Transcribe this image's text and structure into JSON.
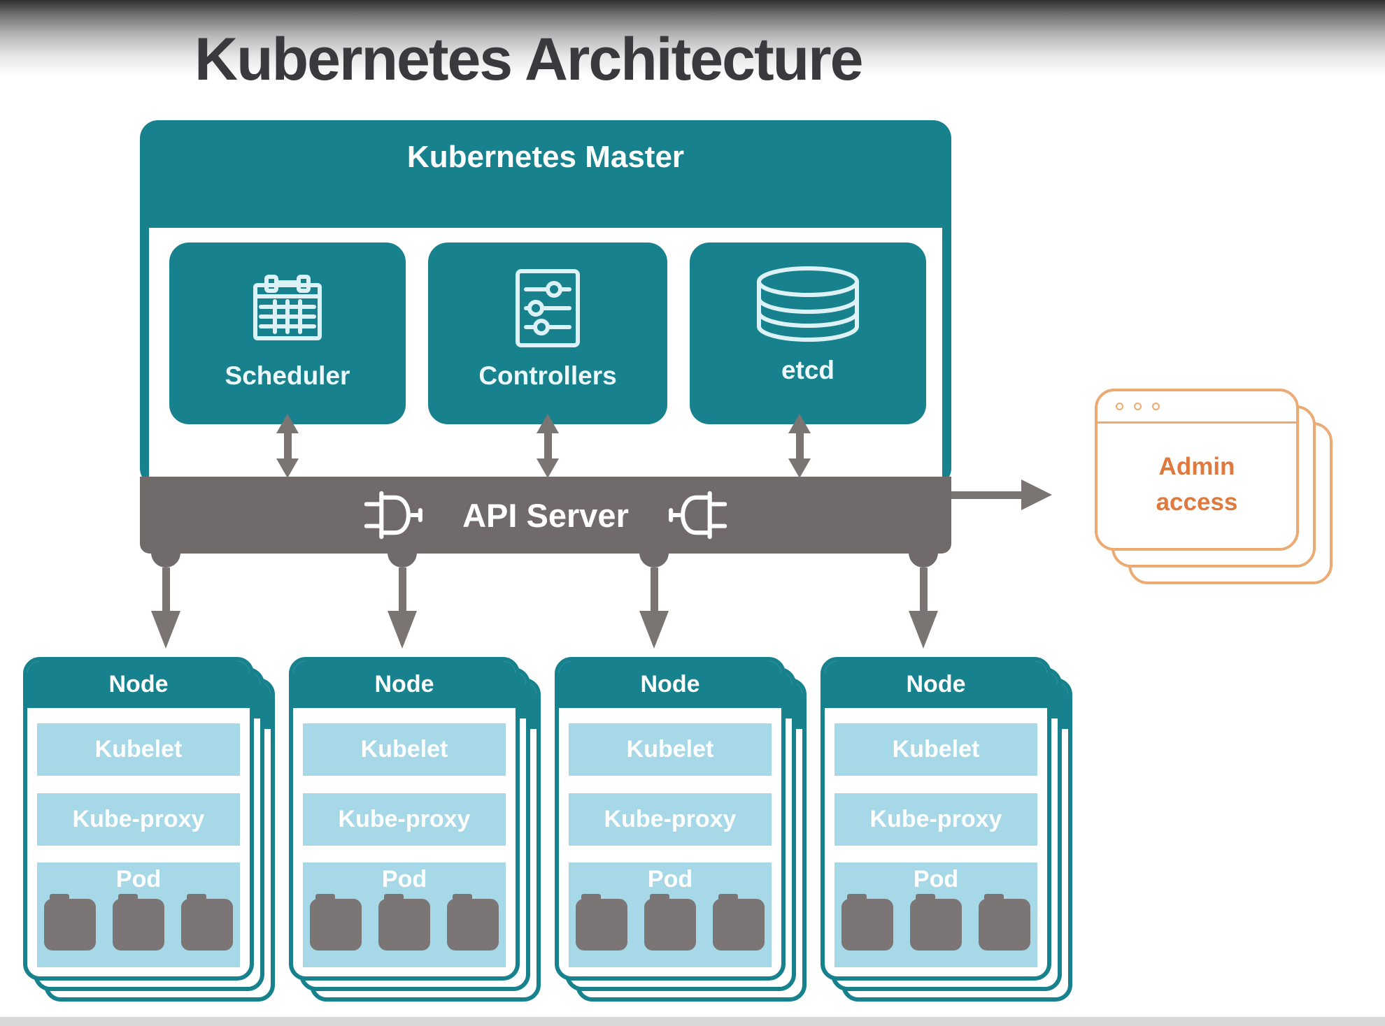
{
  "title": "Kubernetes Architecture",
  "colors": {
    "teal": "#17828e",
    "light_blue": "#a6d8e8",
    "api_bar_gray": "#706b6a",
    "arrow_gray": "#7a7573",
    "container_gray": "#7b7675",
    "admin_border_orange": "#ecaa72",
    "admin_text_orange": "#df793e",
    "title_color": "#3a3a3e"
  },
  "master": {
    "title": "Kubernetes Master",
    "components": [
      {
        "label": "Scheduler",
        "icon": "calendar-icon"
      },
      {
        "label": "Controllers",
        "icon": "sliders-icon"
      },
      {
        "label": "etcd",
        "icon": "database-icon"
      }
    ]
  },
  "api_server": {
    "label": "API Server",
    "left_icon": "plug-right-icon",
    "right_icon": "plug-left-icon"
  },
  "admin_access": {
    "line1": "Admin",
    "line2": "access",
    "icon": "stacked-browser-windows-icon"
  },
  "nodes": [
    {
      "title": "Node",
      "kubelet": "Kubelet",
      "kube_proxy": "Kube-proxy",
      "pod": "Pod",
      "container_count": 3
    },
    {
      "title": "Node",
      "kubelet": "Kubelet",
      "kube_proxy": "Kube-proxy",
      "pod": "Pod",
      "container_count": 3
    },
    {
      "title": "Node",
      "kubelet": "Kubelet",
      "kube_proxy": "Kube-proxy",
      "pod": "Pod",
      "container_count": 3
    },
    {
      "title": "Node",
      "kubelet": "Kubelet",
      "kube_proxy": "Kube-proxy",
      "pod": "Pod",
      "container_count": 3
    }
  ]
}
